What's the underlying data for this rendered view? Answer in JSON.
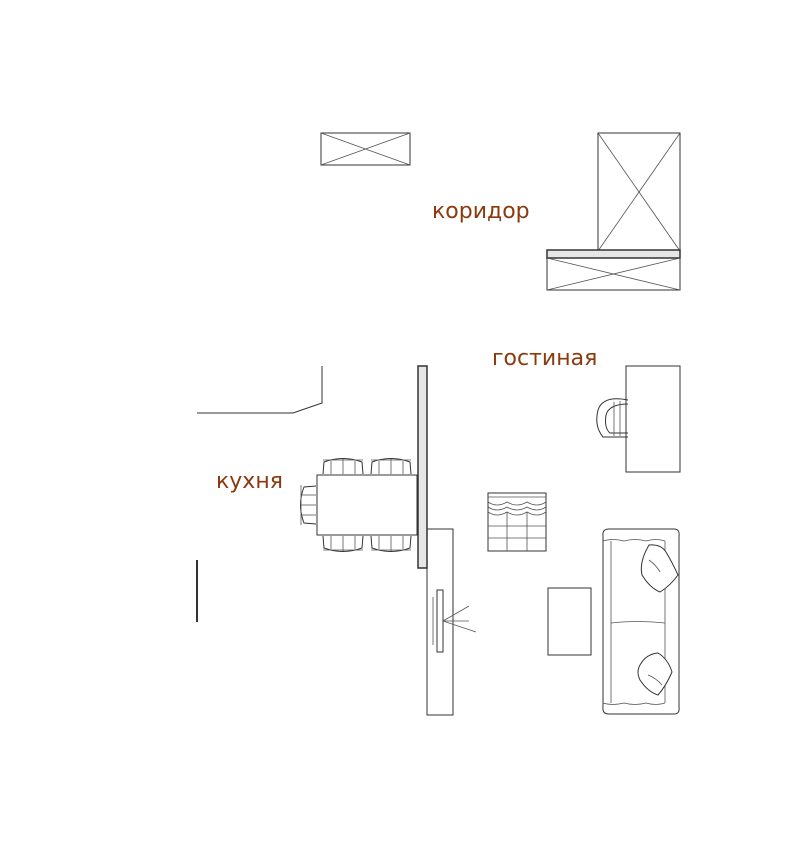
{
  "rooms": {
    "corridor": "коридор",
    "living": "гостиная",
    "kitchen": "кухня"
  },
  "colors": {
    "label": "#8b3a0e",
    "line": "#333333",
    "partition": "#e6e6e6"
  }
}
